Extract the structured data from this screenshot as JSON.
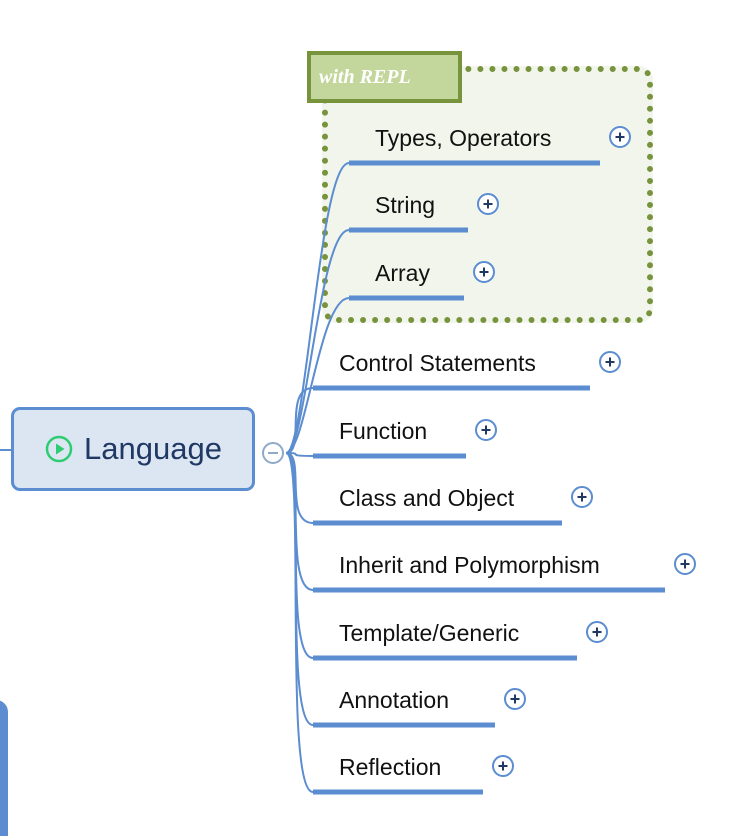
{
  "root": {
    "label": "Language",
    "icon": "play-circle-icon"
  },
  "boundary": {
    "label": "with REPL"
  },
  "colors": {
    "branch": "#5b8dd0",
    "boundary_border": "#77933c",
    "boundary_tag_fill": "#c3d69b",
    "boundary_fill": "#f2f5ec",
    "root_fill": "#dce6f2",
    "play_icon": "#2ecc71"
  },
  "topics": [
    {
      "label": "Types, Operators",
      "in_boundary": true
    },
    {
      "label": "String",
      "in_boundary": true
    },
    {
      "label": "Array",
      "in_boundary": true
    },
    {
      "label": "Control Statements",
      "in_boundary": false
    },
    {
      "label": "Function",
      "in_boundary": false
    },
    {
      "label": "Class and Object",
      "in_boundary": false
    },
    {
      "label": "Inherit and Polymorphism",
      "in_boundary": false
    },
    {
      "label": "Template/Generic",
      "in_boundary": false
    },
    {
      "label": "Annotation",
      "in_boundary": false
    },
    {
      "label": "Reflection",
      "in_boundary": false
    }
  ]
}
